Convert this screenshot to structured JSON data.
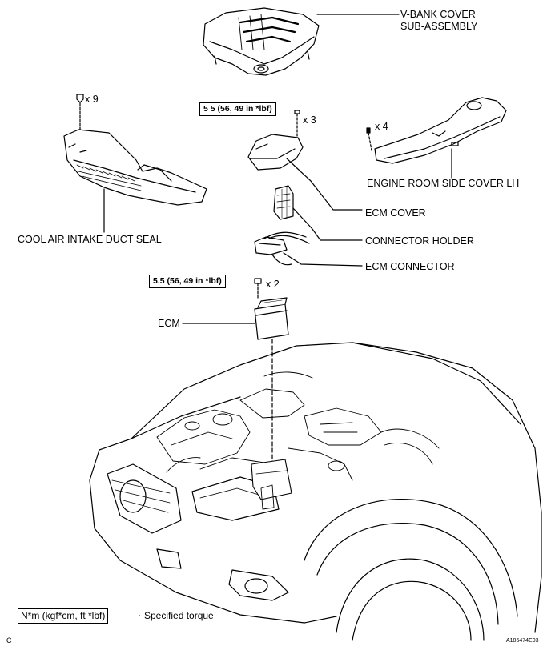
{
  "labels": {
    "vbank_line1": "V-BANK COVER",
    "vbank_line2": "SUB-ASSEMBLY",
    "engine_room_side_cover": "ENGINE ROOM SIDE COVER LH",
    "ecm_cover": "ECM COVER",
    "connector_holder": "CONNECTOR HOLDER",
    "ecm_connector": "ECM CONNECTOR",
    "cool_air_duct_seal": "COOL AIR INTAKE DUCT SEAL",
    "ecm": "ECM"
  },
  "quantities": {
    "x9": "x 9",
    "x3": "x 3",
    "x4": "x 4",
    "x2": "x 2"
  },
  "torque_specs": {
    "ecm_cover": "5 5 (56, 49 in *lbf)",
    "ecm": "5.5 (56, 49 in *lbf)"
  },
  "legend": {
    "box_text": "N*m (kgf*cm, ft *lbf)",
    "description": "Specified torque"
  },
  "footer": {
    "left_code": "C",
    "figure_id": "A185474E03"
  }
}
